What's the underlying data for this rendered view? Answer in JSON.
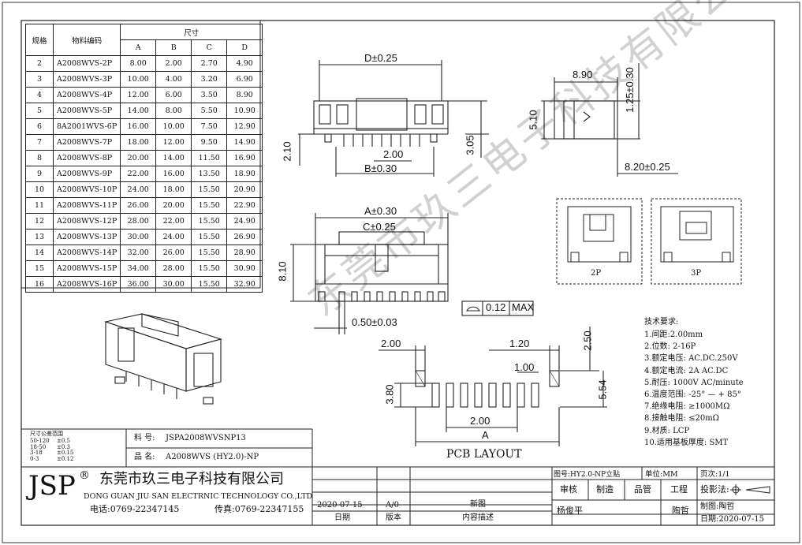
{
  "spec_table": {
    "header": {
      "spec": "规格",
      "part_no": "物料编码",
      "size": "尺寸",
      "cols": [
        "A",
        "B",
        "C",
        "D"
      ]
    },
    "rows": [
      {
        "spec": "2",
        "part": "A2008WVS-2P",
        "a": "8.00",
        "b": "2.00",
        "c": "2.70",
        "d": "4.90"
      },
      {
        "spec": "3",
        "part": "A2008WVS-3P",
        "a": "10.00",
        "b": "4.00",
        "c": "3.20",
        "d": "6.90"
      },
      {
        "spec": "4",
        "part": "A2008WVS-4P",
        "a": "12.00",
        "b": "6.00",
        "c": "3.50",
        "d": "8.90"
      },
      {
        "spec": "5",
        "part": "A2008WVS-5P",
        "a": "14.00",
        "b": "8.00",
        "c": "5.50",
        "d": "10.90"
      },
      {
        "spec": "6",
        "part": "8A2001WVS-6P",
        "a": "16.00",
        "b": "10.00",
        "c": "7.50",
        "d": "12.90"
      },
      {
        "spec": "7",
        "part": "A2008WVS-7P",
        "a": "18.00",
        "b": "12.00",
        "c": "9.50",
        "d": "14.90"
      },
      {
        "spec": "8",
        "part": "A2008WVS-8P",
        "a": "20.00",
        "b": "14.00",
        "c": "11.50",
        "d": "16.90"
      },
      {
        "spec": "9",
        "part": "A2008WVS-9P",
        "a": "22.00",
        "b": "16.00",
        "c": "13.50",
        "d": "18.90"
      },
      {
        "spec": "10",
        "part": "A2008WVS-10P",
        "a": "24.00",
        "b": "18.00",
        "c": "15.50",
        "d": "20.90"
      },
      {
        "spec": "11",
        "part": "A2008WVS-11P",
        "a": "26.00",
        "b": "20.00",
        "c": "15.50",
        "d": "22.90"
      },
      {
        "spec": "12",
        "part": "A2008WVS-12P",
        "a": "28.00",
        "b": "22.00",
        "c": "15.50",
        "d": "24.90"
      },
      {
        "spec": "13",
        "part": "A2008WVS-13P",
        "a": "30.00",
        "b": "24.00",
        "c": "15.50",
        "d": "26.90"
      },
      {
        "spec": "14",
        "part": "A2008WVS-14P",
        "a": "32.00",
        "b": "26.00",
        "c": "15.50",
        "d": "28.90"
      },
      {
        "spec": "15",
        "part": "A2008WVS-15P",
        "a": "34.00",
        "b": "28.00",
        "c": "15.50",
        "d": "30.90"
      },
      {
        "spec": "16",
        "part": "A2008WVS-16P",
        "a": "36.00",
        "b": "30.00",
        "c": "15.50",
        "d": "32.90"
      }
    ]
  },
  "dims": {
    "d": "D±0.25",
    "b": "B±0.30",
    "pitch": "2.00",
    "h210": "2.10",
    "h305": "3.05",
    "w890": "8.90",
    "h510": "5.10",
    "h125": "1.25±0.30",
    "w820": "8.20±0.25",
    "a": "A±0.30",
    "c": "C±0.25",
    "h810": "8.10",
    "w050": "0.50±0.03",
    "flat": "0.12",
    "max": "MAX",
    "pcb_200a": "2.00",
    "pcb_120": "1.20",
    "pcb_250": "2.50",
    "pcb_100": "1.00",
    "pcb_380": "3.80",
    "pcb_554": "5.54",
    "pcb_200b": "2.00",
    "pcb_a": "A",
    "pcb_title": "PCB LAYOUT",
    "label_2p": "2P",
    "label_3p": "3P"
  },
  "tech": {
    "title": "技术要求:",
    "items": [
      "1.间距:2.00mm",
      "2.位数: 2-16P",
      "3.额定电压: AC.DC.250V",
      "4.额定电流: 2A AC.DC",
      "5.耐压: 1000V AC/minute",
      "6.温度范围: -25° — + 85°",
      "7.绝缘电阻: ≥1000MΩ",
      "8.接触电阻: ≤20mΩ",
      "9.材质: LCP",
      "10.适用基板厚度: SMT"
    ]
  },
  "watermark": "东莞市玖三电子科技有限公司",
  "tolerance": {
    "title": "尺寸公差范围",
    "rows": [
      [
        "50-120",
        "±0.5"
      ],
      [
        "18-50",
        "±0.3"
      ],
      [
        "3-18",
        "±0.15"
      ],
      [
        "0-3",
        "±0.12"
      ]
    ]
  },
  "product": {
    "material_label": "料  号:",
    "material_value": "JSPA2008WVSNP13",
    "name_label": "品  名:",
    "name_value": "A2008WVS (HY2.0)-NP"
  },
  "company": {
    "logo": "JSP",
    "reg": "®",
    "name_cn": "东莞市玖三电子科技有限公司",
    "name_en": "DONG GUAN JIU SAN ELECTRNIC TECHNOLOGY CO.,LTD",
    "phone": "电话:0769-22347145",
    "fax": "传真:0769-22347155"
  },
  "revision": {
    "date": "2020-07-15",
    "ver": "A/0",
    "desc": "新图",
    "h_date": "日期",
    "h_ver": "版本",
    "h_desc": "内容描述"
  },
  "title_block": {
    "drawing_no": "图号:HY2.0-NP立贴",
    "unit": "单位:MM",
    "page": "页次:1/1",
    "review": "审核",
    "make": "制造",
    "quality": "品管",
    "eng": "工程",
    "projection": "投影法:",
    "reviewer": "杨俊平",
    "engineer": "陶哲",
    "drafter": "制图:陶哲",
    "drafter_date": "日期:2020-07-15"
  }
}
